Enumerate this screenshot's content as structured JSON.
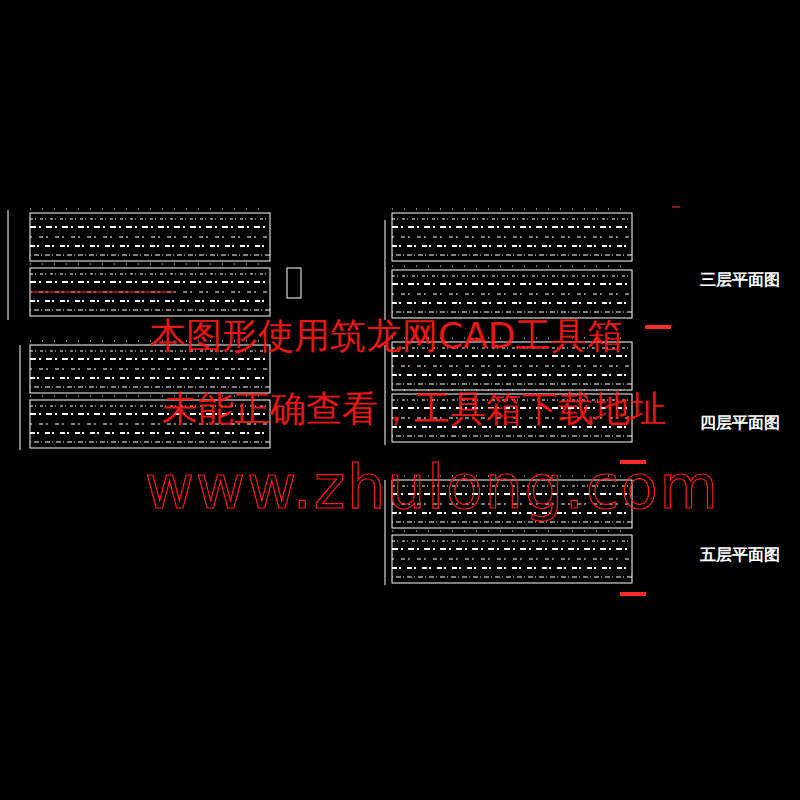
{
  "diagram": {
    "labels": [
      "三层平面图",
      "四层平面图",
      "五层平面图",
      "本图形使用筑龙网CAD工具箱",
      "未能正确查看，工具箱下载地址",
      "www.zhulong.com"
    ]
  }
}
